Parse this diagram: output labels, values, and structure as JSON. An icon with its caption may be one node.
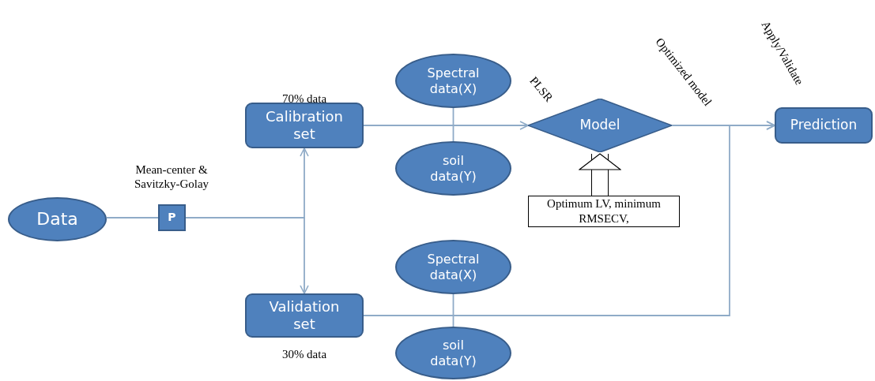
{
  "diagram": {
    "nodes": [
      {
        "text": [
          "Data"
        ]
      },
      {
        "text": [
          "P"
        ],
        "beside": [
          "Mean-center & Savitzky-Golay"
        ]
      },
      {
        "text": [
          "Calibration set"
        ],
        "beside": [
          "70% data"
        ]
      },
      {
        "text": [
          "Validation set"
        ],
        "beside": [
          "30% data"
        ]
      },
      {
        "text": [
          "Spectral data(X)"
        ]
      },
      {
        "text": [
          "soil data(Y)"
        ]
      },
      {
        "text": [
          "Model"
        ],
        "beside": [
          "PLSR"
        ]
      },
      {
        "text": [
          "Optimum LV, minimum RMSECV,"
        ]
      },
      {
        "text": [
          "Prediction"
        ]
      },
      {
        "text": [
          "Spectral data(X)"
        ]
      },
      {
        "text": [
          "soil data(Y)"
        ]
      }
    ],
    "edges": [
      {
        "from": 0,
        "to": 1,
        "arrow": "none"
      },
      {
        "from": 1,
        "to": 2,
        "arrow": "to"
      },
      {
        "from": 1,
        "to": 3,
        "arrow": "to"
      },
      {
        "from": 2,
        "to": 6,
        "arrow": "to"
      },
      {
        "from": 4,
        "to": 5,
        "arrow": "none"
      },
      {
        "from": 9,
        "to": 10,
        "arrow": "none"
      },
      {
        "from": 7,
        "to": 6,
        "arrow": "to",
        "style": "thick",
        "color": "#000000"
      },
      {
        "from": 6,
        "to": 8,
        "arrow": "to"
      },
      {
        "from": 3,
        "to": 8,
        "arrow": "to"
      }
    ],
    "labels": [
      "Optimized model",
      "Apply/Validate"
    ]
  }
}
